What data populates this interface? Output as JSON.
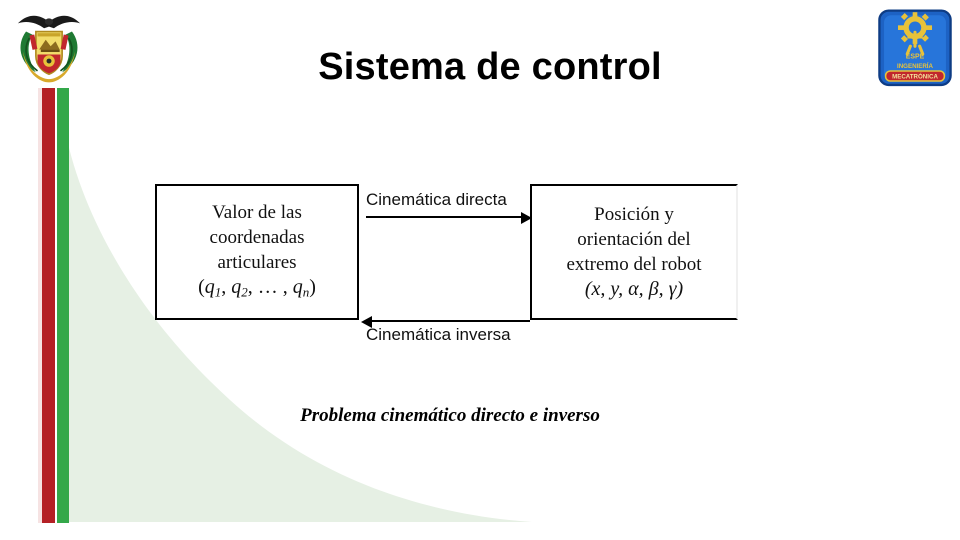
{
  "slide": {
    "title": "Sistema de control",
    "background_color": "#ffffff",
    "accent_red": "#B42025",
    "accent_green": "#34A84A",
    "wedge_color": "#E6F0E4"
  },
  "logos": {
    "left": {
      "name": "escudo-ecuador-espe",
      "alt": "Escudo del Ecuador"
    },
    "right": {
      "name": "espe-mecatronica",
      "line1": "ESPE",
      "line2": "INGENIERÍA",
      "line3": "MECATRÓNICA",
      "shield_color": "#1D62C4"
    }
  },
  "diagram": {
    "boxes": [
      {
        "id": "joint-coordinates",
        "line1": "Valor de las",
        "line2": "coordenadas",
        "line3": "articulares",
        "formula_open": "(",
        "formula_q1": "q",
        "formula_q1_sub": "1",
        "formula_sep1": ", ",
        "formula_q2": "q",
        "formula_q2_sub": "2",
        "formula_sep2": ", … , ",
        "formula_qn": "q",
        "formula_qn_sub": "n",
        "formula_close": ")"
      },
      {
        "id": "end-effector-pose",
        "line1": "Posición y",
        "line2": "orientación del",
        "line3": "extremo del robot",
        "formula": "(x, y, α, β, γ)"
      }
    ],
    "arrows": [
      {
        "id": "forward-kinematics",
        "label": "Cinemática directa",
        "direction": "right"
      },
      {
        "id": "inverse-kinematics",
        "label": "Cinemática inversa",
        "direction": "left"
      }
    ],
    "caption": "Problema cinemático directo e inverso"
  }
}
